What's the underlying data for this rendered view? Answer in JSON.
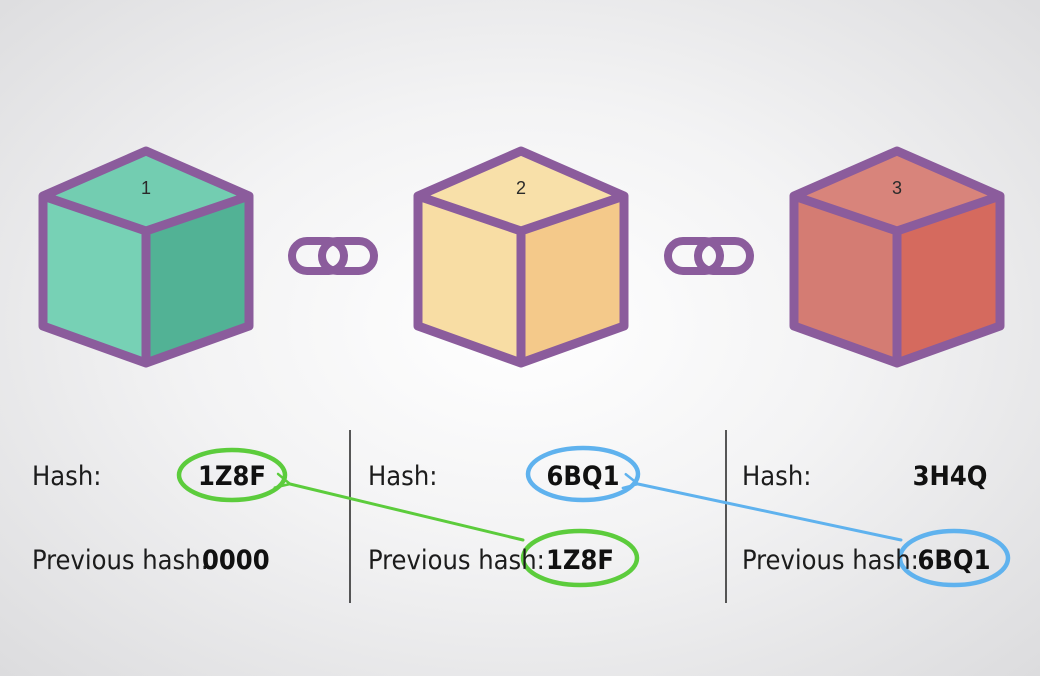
{
  "blocks": [
    {
      "number": "1",
      "hash_label": "Hash:",
      "hash": "1Z8F",
      "prev_label": "Previous hash:",
      "prev_hash": "0000",
      "colors": {
        "top": "#73cdb1",
        "left": "#77d1b5",
        "right": "#52b295"
      }
    },
    {
      "number": "2",
      "hash_label": "Hash:",
      "hash": "6BQ1",
      "prev_label": "Previous hash:",
      "prev_hash": "1Z8F",
      "colors": {
        "top": "#f8e0a9",
        "left": "#f8dda4",
        "right": "#f4c98a"
      }
    },
    {
      "number": "3",
      "hash_label": "Hash:",
      "hash": "3H4Q",
      "prev_label": "Previous hash:",
      "prev_hash": "6BQ1",
      "colors": {
        "top": "#d8847b",
        "left": "#d47c73",
        "right": "#d56a5e"
      }
    }
  ],
  "colors": {
    "outline": "#8b5c9c",
    "green_highlight": "#5ccc3c",
    "blue_highlight": "#5fb2ee",
    "divider": "#222222"
  },
  "icons": [
    "chain-link-icon",
    "chain-link-icon"
  ]
}
